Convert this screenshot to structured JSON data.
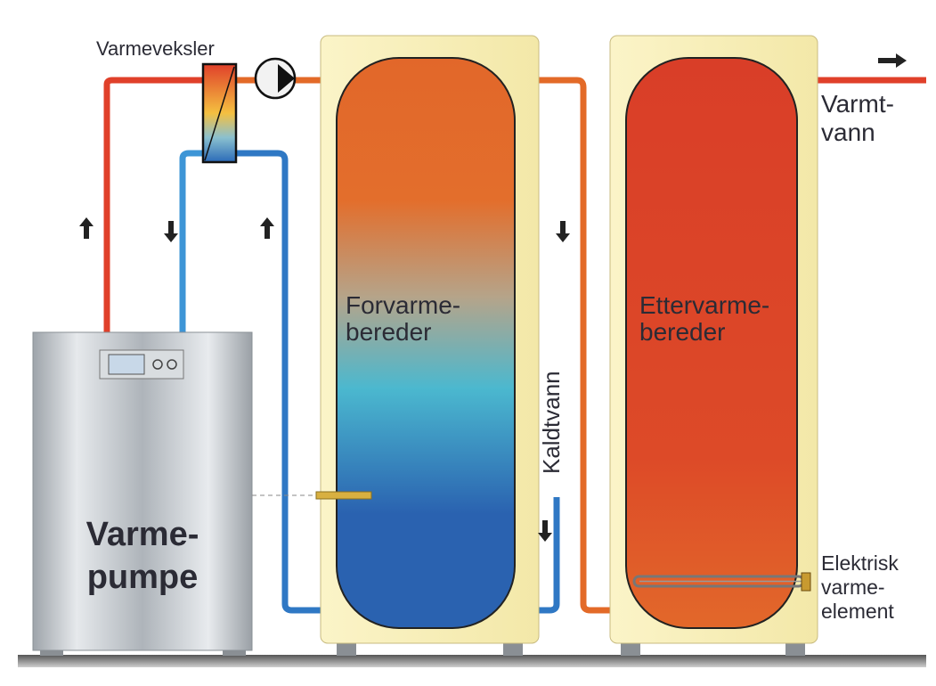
{
  "labels": {
    "heat_exchanger": "Varmeveksler",
    "heat_pump_line1": "Varme-",
    "heat_pump_line2": "pumpe",
    "preheat_tank_line1": "Forvarme-",
    "preheat_tank_line2": "bereder",
    "postheat_tank_line1": "Ettervarme-",
    "postheat_tank_line2": "bereder",
    "cold_water": "Kaldtvann",
    "hot_water_line1": "Varmt-",
    "hot_water_line2": "vann",
    "element_line1": "Elektrisk",
    "element_line2": "varme-",
    "element_line3": "element"
  },
  "colors": {
    "hot_pipe": "#e0402a",
    "warm_pipe": "#e36a28",
    "cold_pipe": "#2f78c4",
    "tank_jacket": "#f8efb5",
    "preheat_top": "#e2672a",
    "preheat_mid": "#4bb8cf",
    "preheat_bottom": "#2a62b0",
    "postheat_top": "#d93e28",
    "postheat_bottom": "#e2682a"
  },
  "icons": [
    "circulation-pump-icon",
    "heat-exchanger-icon",
    "flow-arrow-icon",
    "heating-element-icon",
    "temperature-sensor-icon"
  ]
}
